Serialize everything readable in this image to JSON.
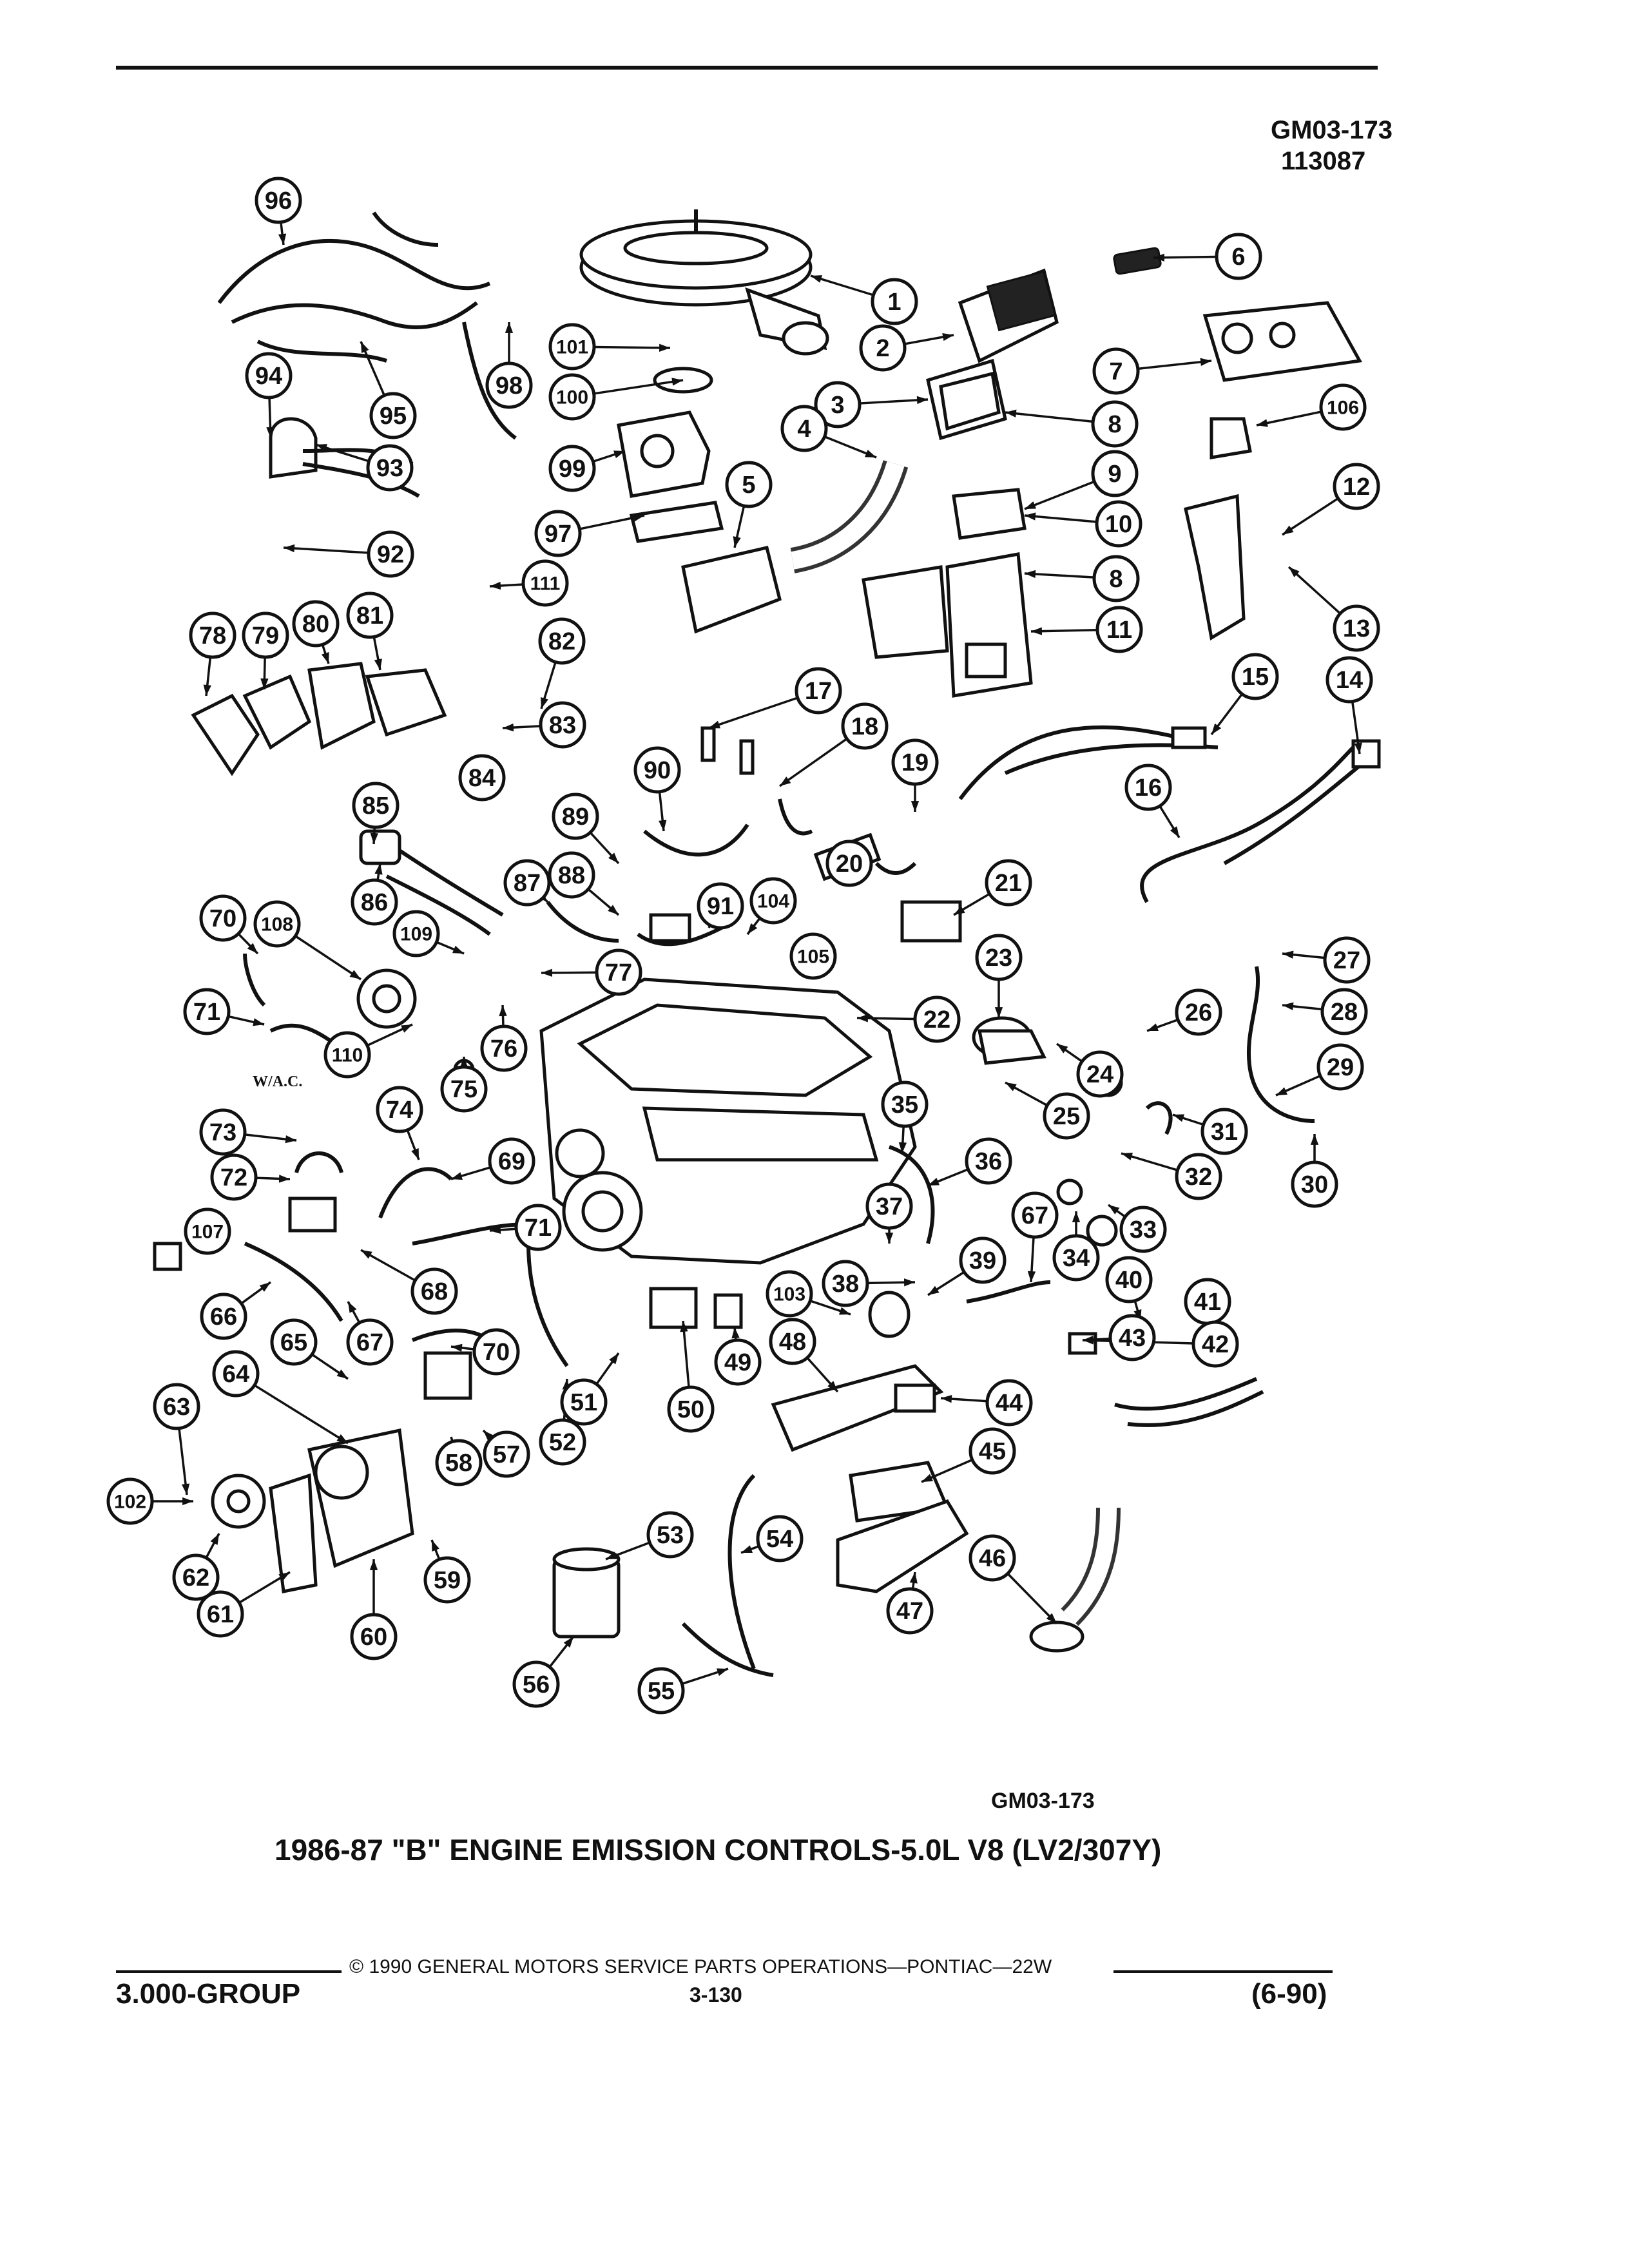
{
  "header": {
    "diagram_code": "GM03-173",
    "date_code": "113087"
  },
  "diagram": {
    "caption_code": "GM03-173",
    "wac_label": "W/A.C.",
    "title": "1986-87 \"B\" ENGINE EMISSION CONTROLS-5.0L V8 (LV2/307Y)",
    "callouts": [
      {
        "n": "1"
      },
      {
        "n": "2"
      },
      {
        "n": "3"
      },
      {
        "n": "4"
      },
      {
        "n": "5"
      },
      {
        "n": "6"
      },
      {
        "n": "7"
      },
      {
        "n": "8"
      },
      {
        "n": "9"
      },
      {
        "n": "10"
      },
      {
        "n": "8"
      },
      {
        "n": "11"
      },
      {
        "n": "12"
      },
      {
        "n": "13"
      },
      {
        "n": "14"
      },
      {
        "n": "15"
      },
      {
        "n": "16"
      },
      {
        "n": "17"
      },
      {
        "n": "18"
      },
      {
        "n": "19"
      },
      {
        "n": "20"
      },
      {
        "n": "21"
      },
      {
        "n": "22"
      },
      {
        "n": "23"
      },
      {
        "n": "24"
      },
      {
        "n": "25"
      },
      {
        "n": "26"
      },
      {
        "n": "27"
      },
      {
        "n": "28"
      },
      {
        "n": "29"
      },
      {
        "n": "30"
      },
      {
        "n": "31"
      },
      {
        "n": "32"
      },
      {
        "n": "33"
      },
      {
        "n": "34"
      },
      {
        "n": "35"
      },
      {
        "n": "36"
      },
      {
        "n": "37"
      },
      {
        "n": "38"
      },
      {
        "n": "39"
      },
      {
        "n": "40"
      },
      {
        "n": "41"
      },
      {
        "n": "42"
      },
      {
        "n": "43"
      },
      {
        "n": "44"
      },
      {
        "n": "45"
      },
      {
        "n": "46"
      },
      {
        "n": "47"
      },
      {
        "n": "48"
      },
      {
        "n": "49"
      },
      {
        "n": "50"
      },
      {
        "n": "51"
      },
      {
        "n": "52"
      },
      {
        "n": "53"
      },
      {
        "n": "54"
      },
      {
        "n": "55"
      },
      {
        "n": "56"
      },
      {
        "n": "57"
      },
      {
        "n": "58"
      },
      {
        "n": "59"
      },
      {
        "n": "60"
      },
      {
        "n": "61"
      },
      {
        "n": "62"
      },
      {
        "n": "63"
      },
      {
        "n": "64"
      },
      {
        "n": "65"
      },
      {
        "n": "66"
      },
      {
        "n": "67"
      },
      {
        "n": "67"
      },
      {
        "n": "68"
      },
      {
        "n": "69"
      },
      {
        "n": "70"
      },
      {
        "n": "70"
      },
      {
        "n": "71"
      },
      {
        "n": "71"
      },
      {
        "n": "72"
      },
      {
        "n": "73"
      },
      {
        "n": "74"
      },
      {
        "n": "75"
      },
      {
        "n": "76"
      },
      {
        "n": "77"
      },
      {
        "n": "78"
      },
      {
        "n": "79"
      },
      {
        "n": "80"
      },
      {
        "n": "81"
      },
      {
        "n": "82"
      },
      {
        "n": "83"
      },
      {
        "n": "84"
      },
      {
        "n": "85"
      },
      {
        "n": "86"
      },
      {
        "n": "87"
      },
      {
        "n": "88"
      },
      {
        "n": "89"
      },
      {
        "n": "90"
      },
      {
        "n": "91"
      },
      {
        "n": "92"
      },
      {
        "n": "93"
      },
      {
        "n": "94"
      },
      {
        "n": "95"
      },
      {
        "n": "96"
      },
      {
        "n": "97"
      },
      {
        "n": "98"
      },
      {
        "n": "99"
      },
      {
        "n": "100"
      },
      {
        "n": "101"
      },
      {
        "n": "102"
      },
      {
        "n": "103"
      },
      {
        "n": "104"
      },
      {
        "n": "105"
      },
      {
        "n": "106"
      },
      {
        "n": "107"
      },
      {
        "n": "108"
      },
      {
        "n": "109"
      },
      {
        "n": "110"
      },
      {
        "n": "111"
      }
    ]
  },
  "footer": {
    "copyright": "© 1990 GENERAL MOTORS SERVICE PARTS OPERATIONS—PONTIAC—22W",
    "group": "3.000-GROUP",
    "page": "3-130",
    "revision": "(6-90)"
  }
}
